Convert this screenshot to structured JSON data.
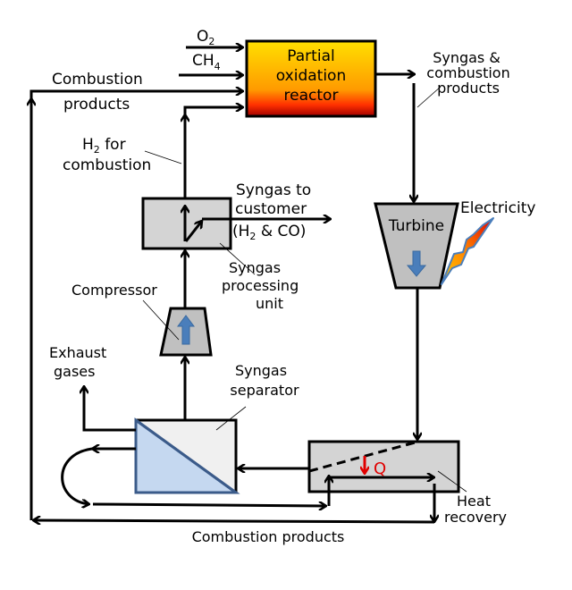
{
  "title": "Partial oxidation reactor process flow diagram",
  "units": {
    "reactor": {
      "label_lines": [
        "Partial",
        "oxidation",
        "reactor"
      ]
    },
    "turbine": {
      "label": "Turbine"
    },
    "processing_unit": {
      "label_lines": [
        "Syngas",
        "processing",
        "unit"
      ]
    },
    "compressor": {
      "label": "Compressor"
    },
    "separator": {
      "label_lines": [
        "Syngas",
        "separator"
      ]
    },
    "heat_recovery": {
      "label_lines": [
        "Heat",
        "recovery"
      ],
      "heat_symbol": "Q"
    }
  },
  "streams": {
    "o2": {
      "main": "O",
      "sub": "2"
    },
    "ch4": {
      "main": "CH",
      "sub": "4"
    },
    "combustion_products_top": [
      "Combustion",
      "products"
    ],
    "h2_for_combustion": {
      "line1_main": "H",
      "line1_sub": "2",
      "line1_rest": " for",
      "line2": "combustion"
    },
    "syngas_and_combustion": [
      "Syngas &",
      "combustion",
      "products"
    ],
    "syngas_to_customer": {
      "line1": "Syngas to",
      "line2": "customer",
      "line3_pre": "(H",
      "line3_sub": "2",
      "line3_post": " & CO)"
    },
    "electricity": "Electricity",
    "exhaust_gases": [
      "Exhaust",
      "gases"
    ],
    "combustion_products_bottom": "Combustion products"
  },
  "colors": {
    "reactor_top": "#ffe000",
    "reactor_mid": "#ff9a00",
    "reactor_bottom": "#d00000",
    "equipment_gray": "#d4d4d4",
    "separator_blue": "#c5d8f0",
    "separator_light": "#f0f0f0",
    "separator_edge": "#3b5b8a",
    "flow_arrow_blue": "#4a7ebb",
    "heat_red": "#e00000"
  }
}
